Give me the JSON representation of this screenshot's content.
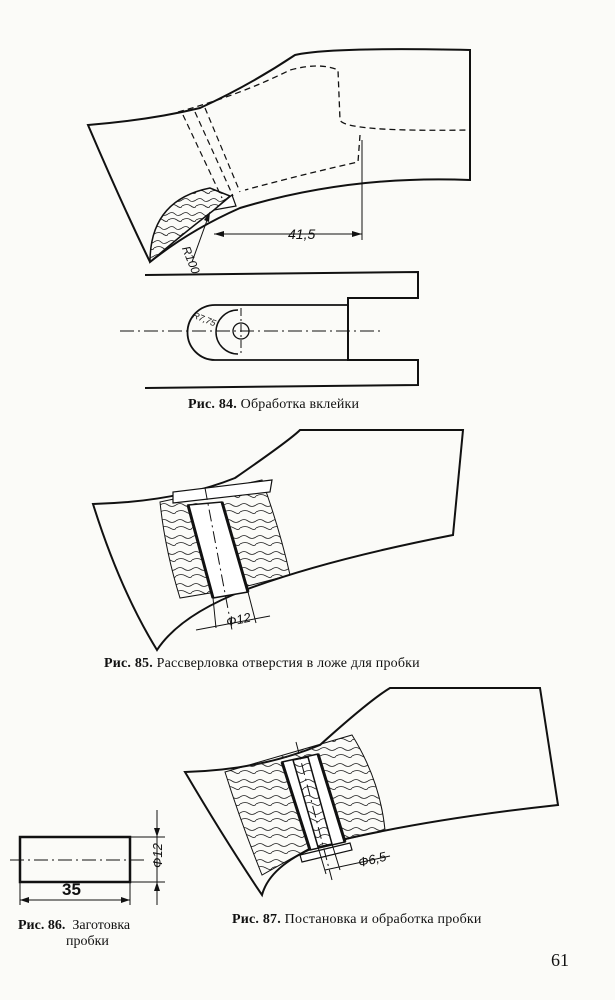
{
  "page": {
    "number": "61"
  },
  "figures": [
    {
      "id": "fig84",
      "label": "Рис. 84.",
      "caption": "Обработка вклейки",
      "dims": {
        "radius_large": "R100",
        "length": "41,5",
        "radius_small": "R7,75"
      }
    },
    {
      "id": "fig85",
      "label": "Рис. 85.",
      "caption": "Рассверловка отверстия в ложе для пробки",
      "dims": {
        "diameter": "Ф12"
      }
    },
    {
      "id": "fig86",
      "label": "Рис. 86.",
      "caption_line1": "Заготовка",
      "caption_line2": "пробки",
      "dims": {
        "length": "35",
        "diameter": "Ф12"
      }
    },
    {
      "id": "fig87",
      "label": "Рис. 87.",
      "caption": "Постановка и обработка пробки",
      "dims": {
        "diameter": "Ф6,5"
      }
    }
  ]
}
